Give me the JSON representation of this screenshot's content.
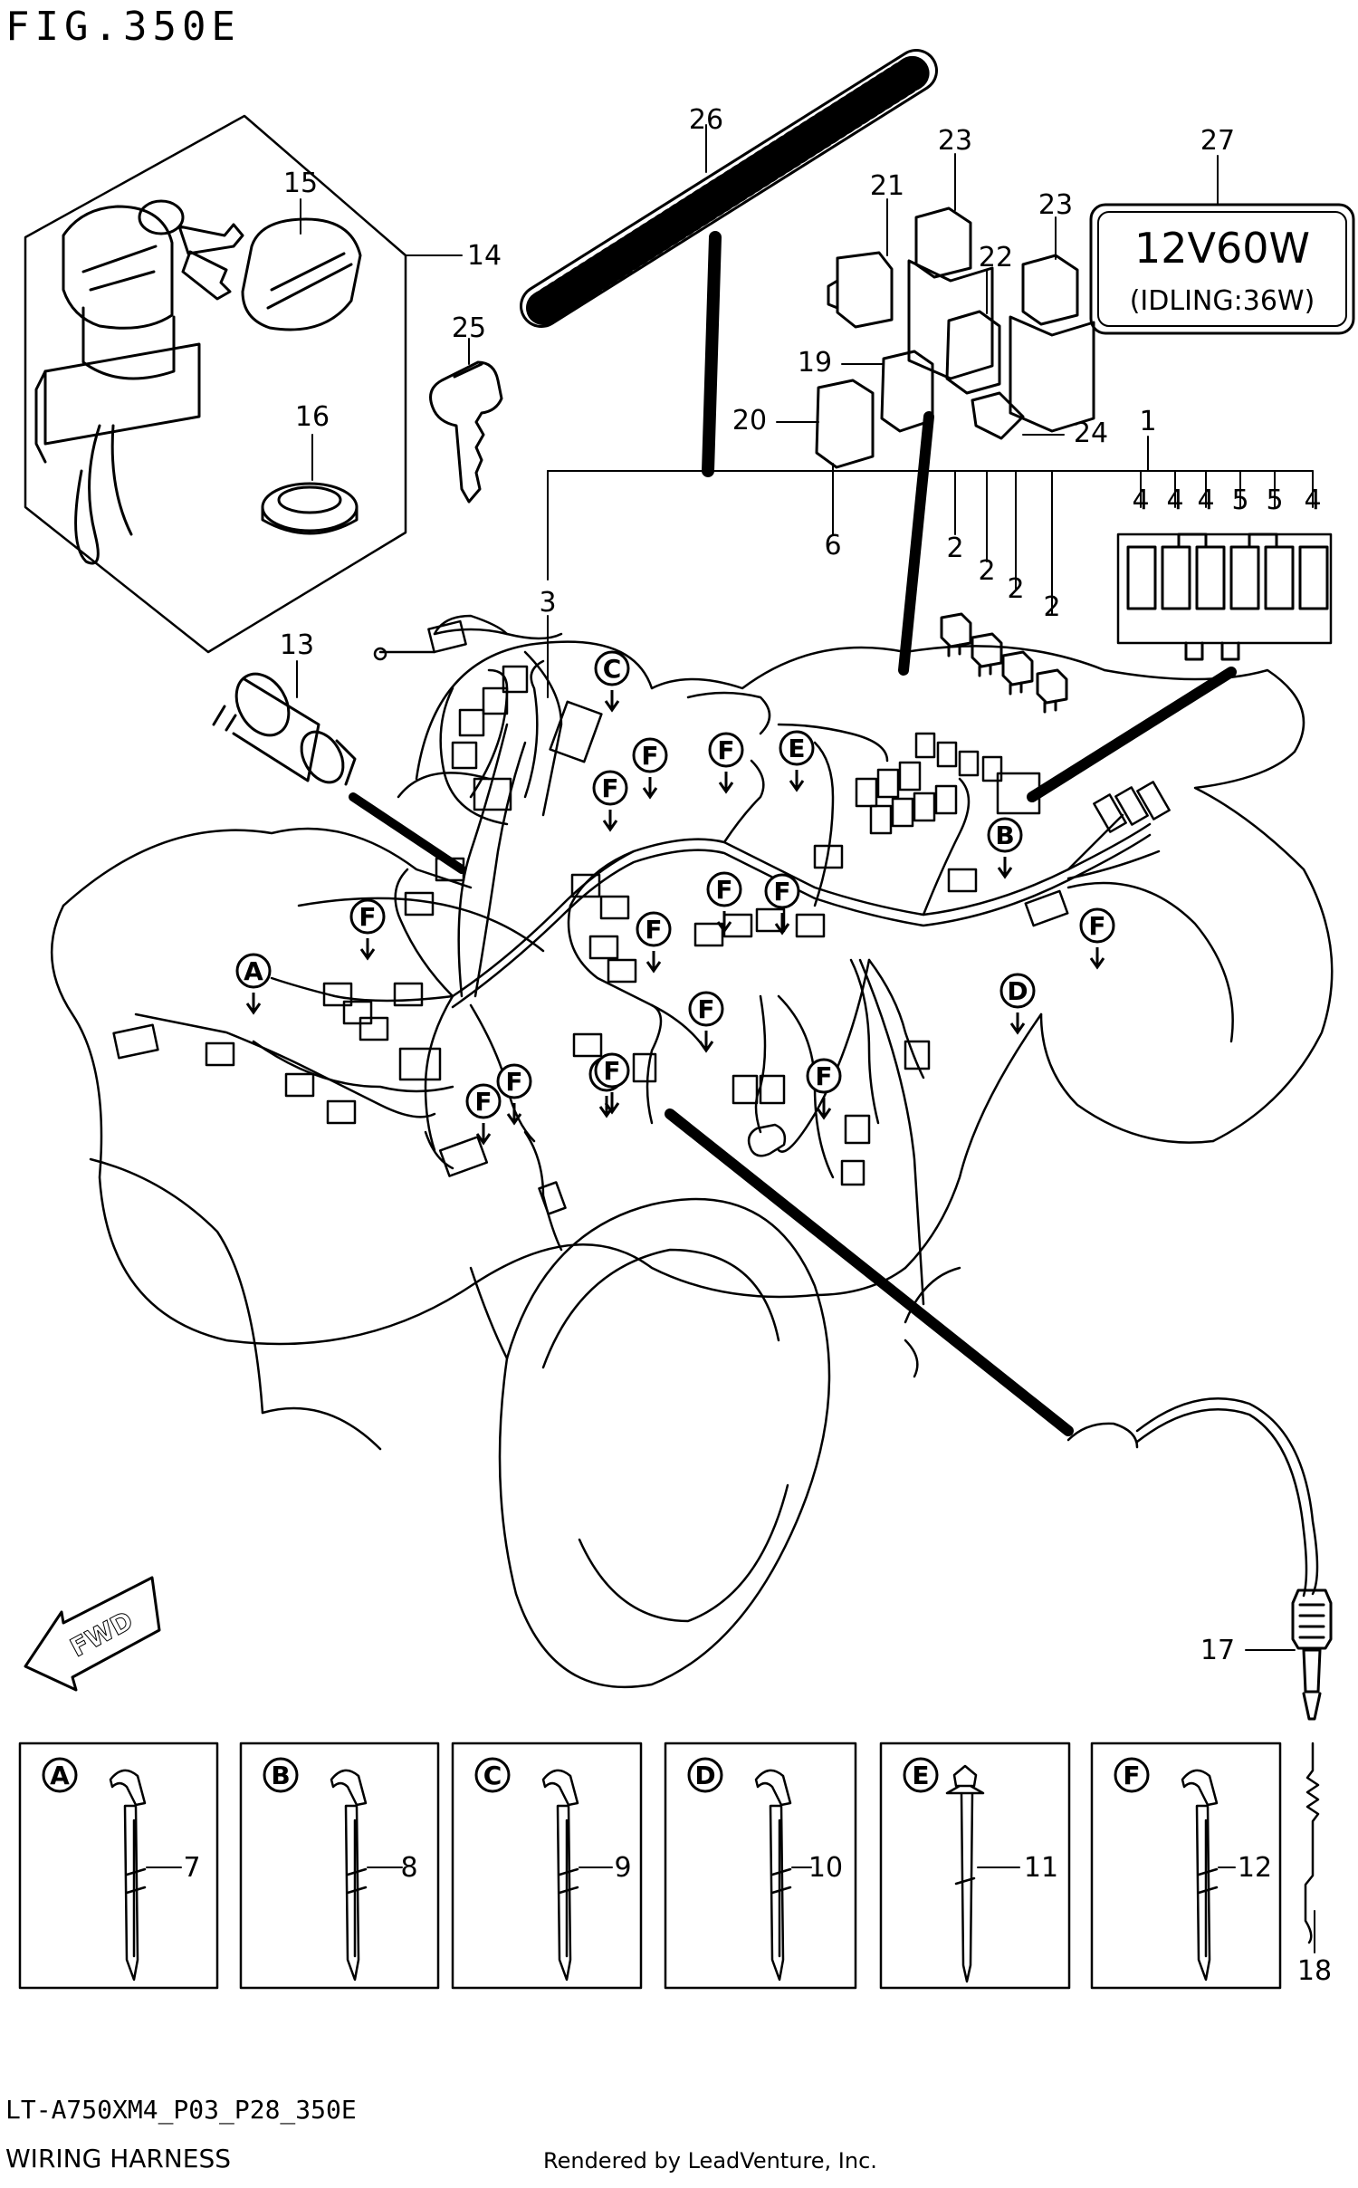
{
  "header": {
    "figure_title": "FIG.350E"
  },
  "lamp_label": {
    "line1": "12V60W",
    "line2": "(IDLING:36W)"
  },
  "fwd_label": "FWD",
  "callouts": [
    {
      "id": "c1",
      "text": "1"
    },
    {
      "id": "c2a",
      "text": "2"
    },
    {
      "id": "c2b",
      "text": "2"
    },
    {
      "id": "c2c",
      "text": "2"
    },
    {
      "id": "c2d",
      "text": "2"
    },
    {
      "id": "c3",
      "text": "3"
    },
    {
      "id": "c4a",
      "text": "4"
    },
    {
      "id": "c4b",
      "text": "4"
    },
    {
      "id": "c4c",
      "text": "4"
    },
    {
      "id": "c5a",
      "text": "5"
    },
    {
      "id": "c5b",
      "text": "5"
    },
    {
      "id": "c4d",
      "text": "4"
    },
    {
      "id": "c6",
      "text": "6"
    },
    {
      "id": "c13",
      "text": "13"
    },
    {
      "id": "c14",
      "text": "14"
    },
    {
      "id": "c15",
      "text": "15"
    },
    {
      "id": "c16",
      "text": "16"
    },
    {
      "id": "c17",
      "text": "17"
    },
    {
      "id": "c19",
      "text": "19"
    },
    {
      "id": "c20",
      "text": "20"
    },
    {
      "id": "c21",
      "text": "21"
    },
    {
      "id": "c22",
      "text": "22"
    },
    {
      "id": "c23a",
      "text": "23"
    },
    {
      "id": "c23b",
      "text": "23"
    },
    {
      "id": "c24",
      "text": "24"
    },
    {
      "id": "c25",
      "text": "25"
    },
    {
      "id": "c26",
      "text": "26"
    },
    {
      "id": "c27",
      "text": "27"
    },
    {
      "id": "c18",
      "text": "18"
    }
  ],
  "circle_markers": [
    {
      "id": "mA",
      "text": "A"
    },
    {
      "id": "mB",
      "text": "B"
    },
    {
      "id": "mC",
      "text": "C"
    },
    {
      "id": "mD",
      "text": "D"
    },
    {
      "id": "mE",
      "text": "E"
    },
    {
      "id": "mF1",
      "text": "F"
    },
    {
      "id": "mF2",
      "text": "F"
    },
    {
      "id": "mF3",
      "text": "F"
    },
    {
      "id": "mF4",
      "text": "F"
    },
    {
      "id": "mF5",
      "text": "F"
    },
    {
      "id": "mF6",
      "text": "F"
    },
    {
      "id": "mF7",
      "text": "F"
    },
    {
      "id": "mF8",
      "text": "F"
    },
    {
      "id": "mF9",
      "text": "F"
    },
    {
      "id": "mF10",
      "text": "F"
    },
    {
      "id": "mF11",
      "text": "F"
    },
    {
      "id": "mF12",
      "text": "F"
    },
    {
      "id": "mF13",
      "text": "F"
    },
    {
      "id": "mF14",
      "text": "F"
    }
  ],
  "detail_boxes": [
    {
      "letter": "A",
      "part": "7"
    },
    {
      "letter": "B",
      "part": "8"
    },
    {
      "letter": "C",
      "part": "9"
    },
    {
      "letter": "D",
      "part": "10"
    },
    {
      "letter": "E",
      "part": "11"
    },
    {
      "letter": "F",
      "part": "12"
    }
  ],
  "footer": {
    "model_code": "LT-A750XM4_P03_P28_350E",
    "assembly_name": "WIRING HARNESS",
    "credit": "Rendered by LeadVenture, Inc."
  }
}
